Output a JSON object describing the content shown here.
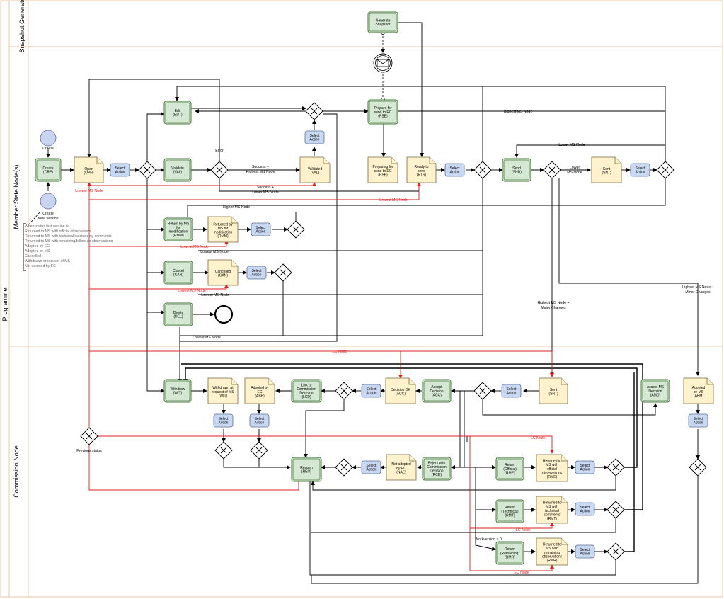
{
  "pool": "Programme",
  "lanes": {
    "snapshot": "Snapshot Generator",
    "member": "Member State Node(s)",
    "commission": "Commission Node"
  },
  "nodes": {
    "create": [
      "Create",
      "(CRE)"
    ],
    "open": [
      "Open",
      "(OPN)"
    ],
    "select_action": [
      "Select",
      "Action"
    ],
    "validate": [
      "Validate",
      "(VAL)"
    ],
    "edit": [
      "Edit",
      "(EDT)"
    ],
    "validated": [
      "Validated",
      "(VAL)"
    ],
    "prepare_send": [
      "Prepare for",
      "send to EC",
      "(PSE)"
    ],
    "preparing_send": [
      "Preparing for",
      "send to EC",
      "(PSE)"
    ],
    "ready_send": [
      "Ready to",
      "send",
      "(RTS)"
    ],
    "generate_snapshot": [
      "Generate",
      "Snapshot"
    ],
    "send": [
      "Send",
      "(SND)"
    ],
    "sent": [
      "Sent",
      "(SNT)"
    ],
    "return_ms_mod": [
      "Return by MS",
      "for",
      "modification",
      "(RMM)"
    ],
    "returned_ms_mod": [
      "Returned by",
      "MS for",
      "modification",
      "(RMM)"
    ],
    "cancel": [
      "Cancel",
      "(CAN)"
    ],
    "cancelled": [
      "Cancelled",
      "(CAN)"
    ],
    "delete": [
      "Delete",
      "(DEL)"
    ],
    "withdraw": [
      "Withdraw",
      "(WIT)"
    ],
    "withdrawn": [
      "Withdrawn at",
      "request of MS",
      "(WIT)"
    ],
    "adopted_ec": [
      "Adopted by",
      "EC",
      "(ABE)"
    ],
    "link_decision": [
      "Link to",
      "Commission",
      "Decision",
      "(LCD)"
    ],
    "decision_ok": [
      "Decision OK",
      "(ACC)"
    ],
    "accept_decision": [
      "Accept",
      "Decision",
      "(ACC)"
    ],
    "sent_c": [
      "Sent",
      "(SNT)"
    ],
    "accept_ms_decision": [
      "Accept MS",
      "Decision",
      "(AMD)"
    ],
    "adopted_ms": [
      "Adopted",
      "by MS",
      "(ABM)"
    ],
    "reopen": [
      "Reopen",
      "(REO)"
    ],
    "not_adopted": [
      "Not adopted",
      "by EC",
      "(NAE)"
    ],
    "reject_decision": [
      "Reject with",
      "Commission",
      "Decision",
      "(RCD)"
    ],
    "return_official": [
      "Return",
      "(Official)",
      "(RME)"
    ],
    "returned_official": [
      "Returned to",
      "MS with",
      "official",
      "observations",
      "(RME)"
    ],
    "return_technical": [
      "Return",
      "(Technical)",
      "(RMT)"
    ],
    "returned_technical": [
      "Returned to",
      "MS with",
      "technical",
      "comments",
      "(RMT)"
    ],
    "return_remaining": [
      "Return",
      "(Remaining)",
      "(RMR)"
    ],
    "returned_remaining": [
      "Returned to",
      "MS with",
      "remaining",
      "observations",
      "(RMR)"
    ]
  },
  "labels": {
    "create_event": "Create",
    "create_new_version": [
      "Create",
      "New Version"
    ],
    "error": "Error",
    "success_highest": [
      "Success +",
      "Highest MS Node"
    ],
    "success_lower": [
      "Success +",
      "Lower MS Node"
    ],
    "lowest_ms_node": "Lowest MS Node",
    "highest_ms_node": "Highest MS Node",
    "lower_ms_node": "Lower MS Node",
    "lower_ms_node_split": [
      "Lower",
      "MS Node"
    ],
    "higher_ms_node": "Higher MS Node",
    "highest_major": [
      "Highest MS Node +",
      "Major Changes"
    ],
    "highest_minor": [
      "Highest MS Node +",
      "Minor Changes"
    ],
    "ec_node": "EC Node",
    "previous_status": "Previous status",
    "workversion": "Workversion > 0"
  },
  "note": [
    "When status last version is:",
    "Returned to MS with official observations",
    "Returned to MS with technical/outstanding comments",
    "Returned to MS with remaining/follow-up observations",
    "Adopted by EC",
    "Adopted by MS",
    "Cancelled",
    "Withdrawn at request of MS",
    "Not adopted by EC"
  ],
  "colors": {
    "task": "#d5e8d4",
    "document": "#fff2cc",
    "select": "#c9d8f2",
    "red_flow": "#e0201e",
    "lane_border": "#e8c8a8"
  }
}
